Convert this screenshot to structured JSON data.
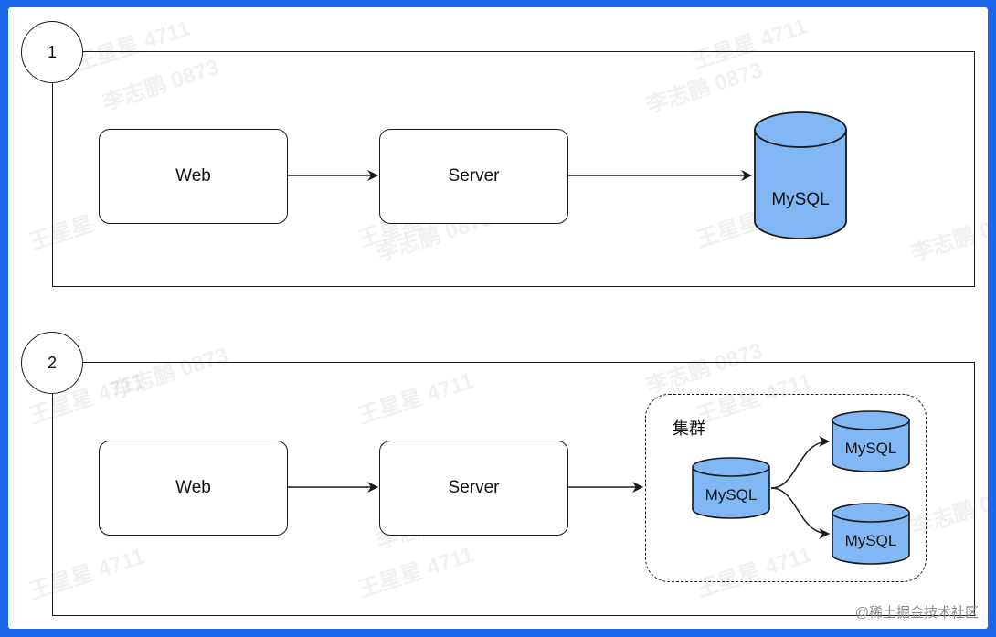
{
  "scenario_1": {
    "badge": "1",
    "web": "Web",
    "server": "Server",
    "db": "MySQL"
  },
  "scenario_2": {
    "badge": "2",
    "web": "Web",
    "server": "Server",
    "cluster_label": "集群",
    "primary_db": "MySQL",
    "replica_db_1": "MySQL",
    "replica_db_2": "MySQL"
  },
  "watermarks": [
    "王星星 4711",
    "李志鹏 0873"
  ],
  "footer_watermark": "@稀土掘金技术社区",
  "colors": {
    "frame": "#1a66e8",
    "db_fill": "#82b7f5",
    "stroke": "#1a1a1a"
  }
}
